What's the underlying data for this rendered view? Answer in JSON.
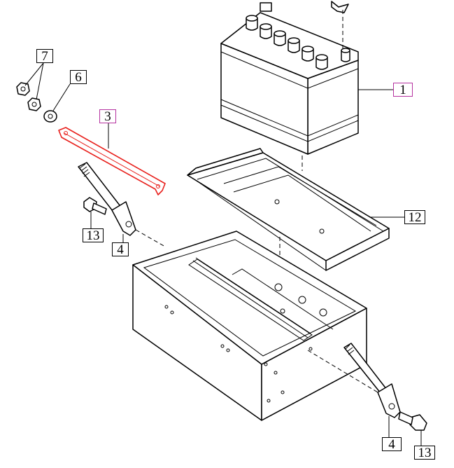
{
  "callouts": {
    "battery": "1",
    "hold_down_bar": "3",
    "j_bolt_left": "4",
    "j_bolt_right": "4",
    "washer": "6",
    "nut": "7",
    "battery_mat": "12",
    "bolt_left": "13",
    "bolt_right": "13"
  },
  "colors": {
    "highlight_part": "#e8201c",
    "highlight_label": "#b5319f"
  }
}
